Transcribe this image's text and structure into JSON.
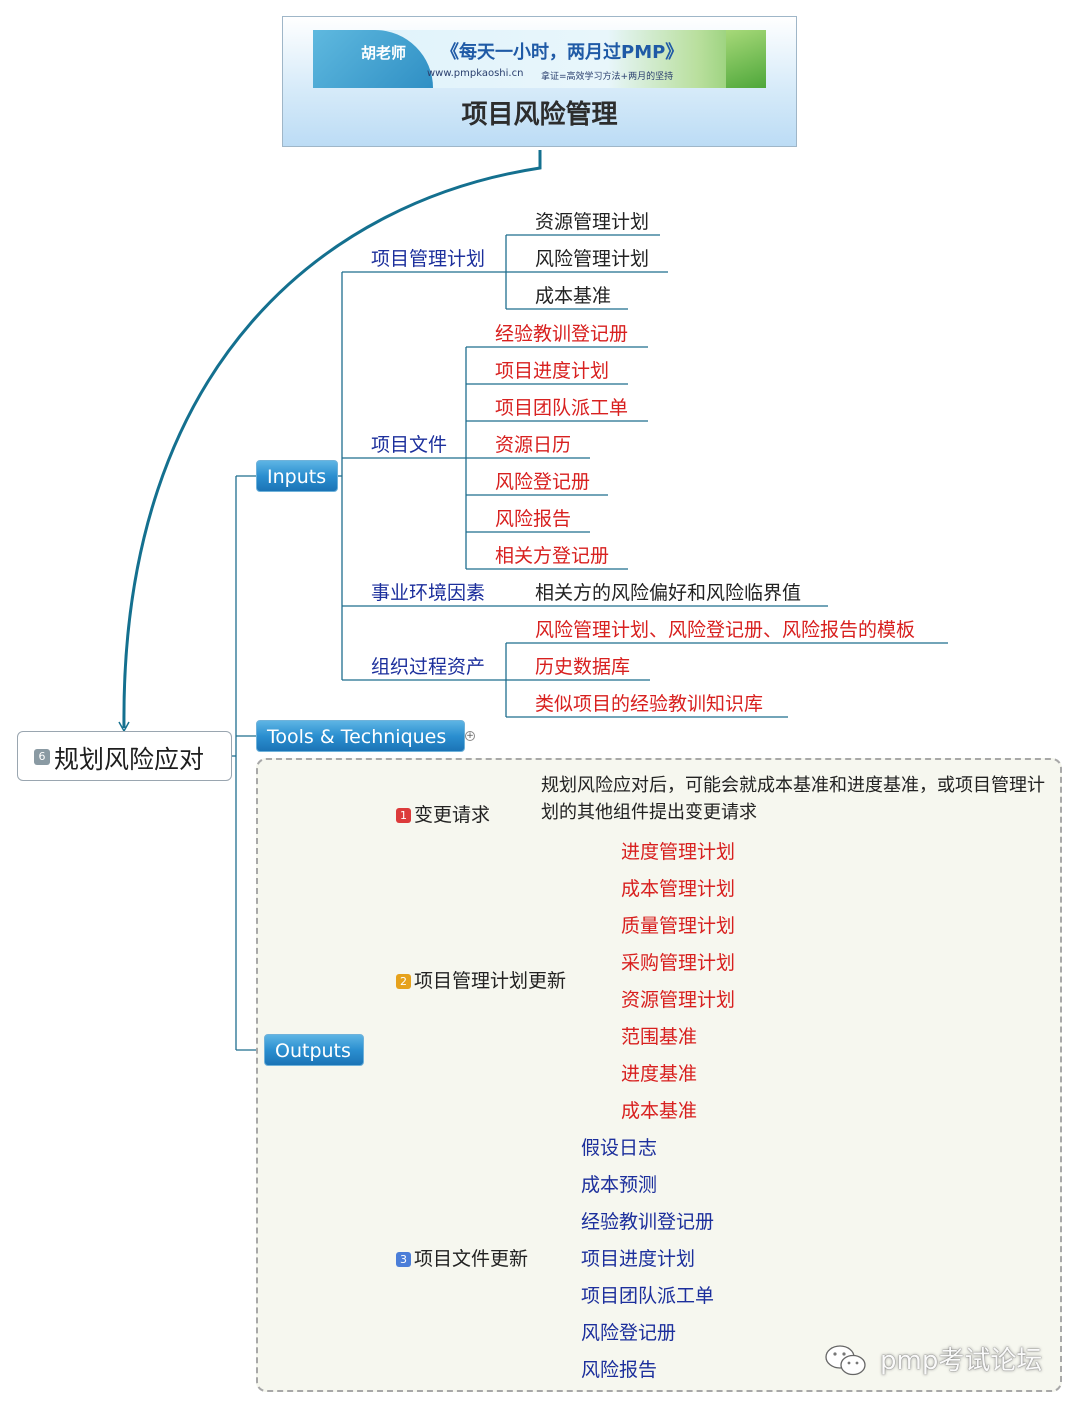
{
  "header": {
    "banner_badge": "胡老师",
    "banner_slogan": "《每天一小时，两月过PMP》",
    "banner_url": "www.pmpkaoshi.cn",
    "banner_tagline": "拿证=高效学习方法+两月的坚持",
    "title": "项目风险管理"
  },
  "central": {
    "number": "6",
    "label": "规划风险应对"
  },
  "inputs": {
    "label": "Inputs",
    "groups": [
      {
        "label": "项目管理计划",
        "items": [
          "资源管理计划",
          "风险管理计划",
          "成本基准"
        ]
      },
      {
        "label": "项目文件",
        "items": [
          "经验教训登记册",
          "项目进度计划",
          "项目团队派工单",
          "资源日历",
          "风险登记册",
          "风险报告",
          "相关方登记册"
        ]
      },
      {
        "label": "事业环境因素",
        "items": [
          "相关方的风险偏好和风险临界值"
        ]
      },
      {
        "label": "组织过程资产",
        "items": [
          "风险管理计划、风险登记册、风险报告的模板",
          "历史数据库",
          "类似项目的经验教训知识库"
        ]
      }
    ]
  },
  "tools": {
    "label": "Tools & Techniques",
    "toggle": "+"
  },
  "outputs": {
    "label": "Outputs",
    "groups": [
      {
        "number": "1",
        "label": "变更请求",
        "note": "规划风险应对后，可能会就成本基准和进度基准，或项目管理计划的其他组件提出变更请求"
      },
      {
        "number": "2",
        "label": "项目管理计划更新",
        "items": [
          "进度管理计划",
          "成本管理计划",
          "质量管理计划",
          "采购管理计划",
          "资源管理计划",
          "范围基准",
          "进度基准",
          "成本基准"
        ]
      },
      {
        "number": "3",
        "label": "项目文件更新",
        "items": [
          "假设日志",
          "成本预测",
          "经验教训登记册",
          "项目进度计划",
          "项目团队派工单",
          "风险登记册",
          "风险报告"
        ]
      }
    ]
  },
  "watermark": "pmp考试论坛",
  "colors": {
    "branch": "#2b8fd0",
    "line": "#1f6e8e",
    "red": "#d8201f",
    "blue": "#1c2f9c"
  }
}
